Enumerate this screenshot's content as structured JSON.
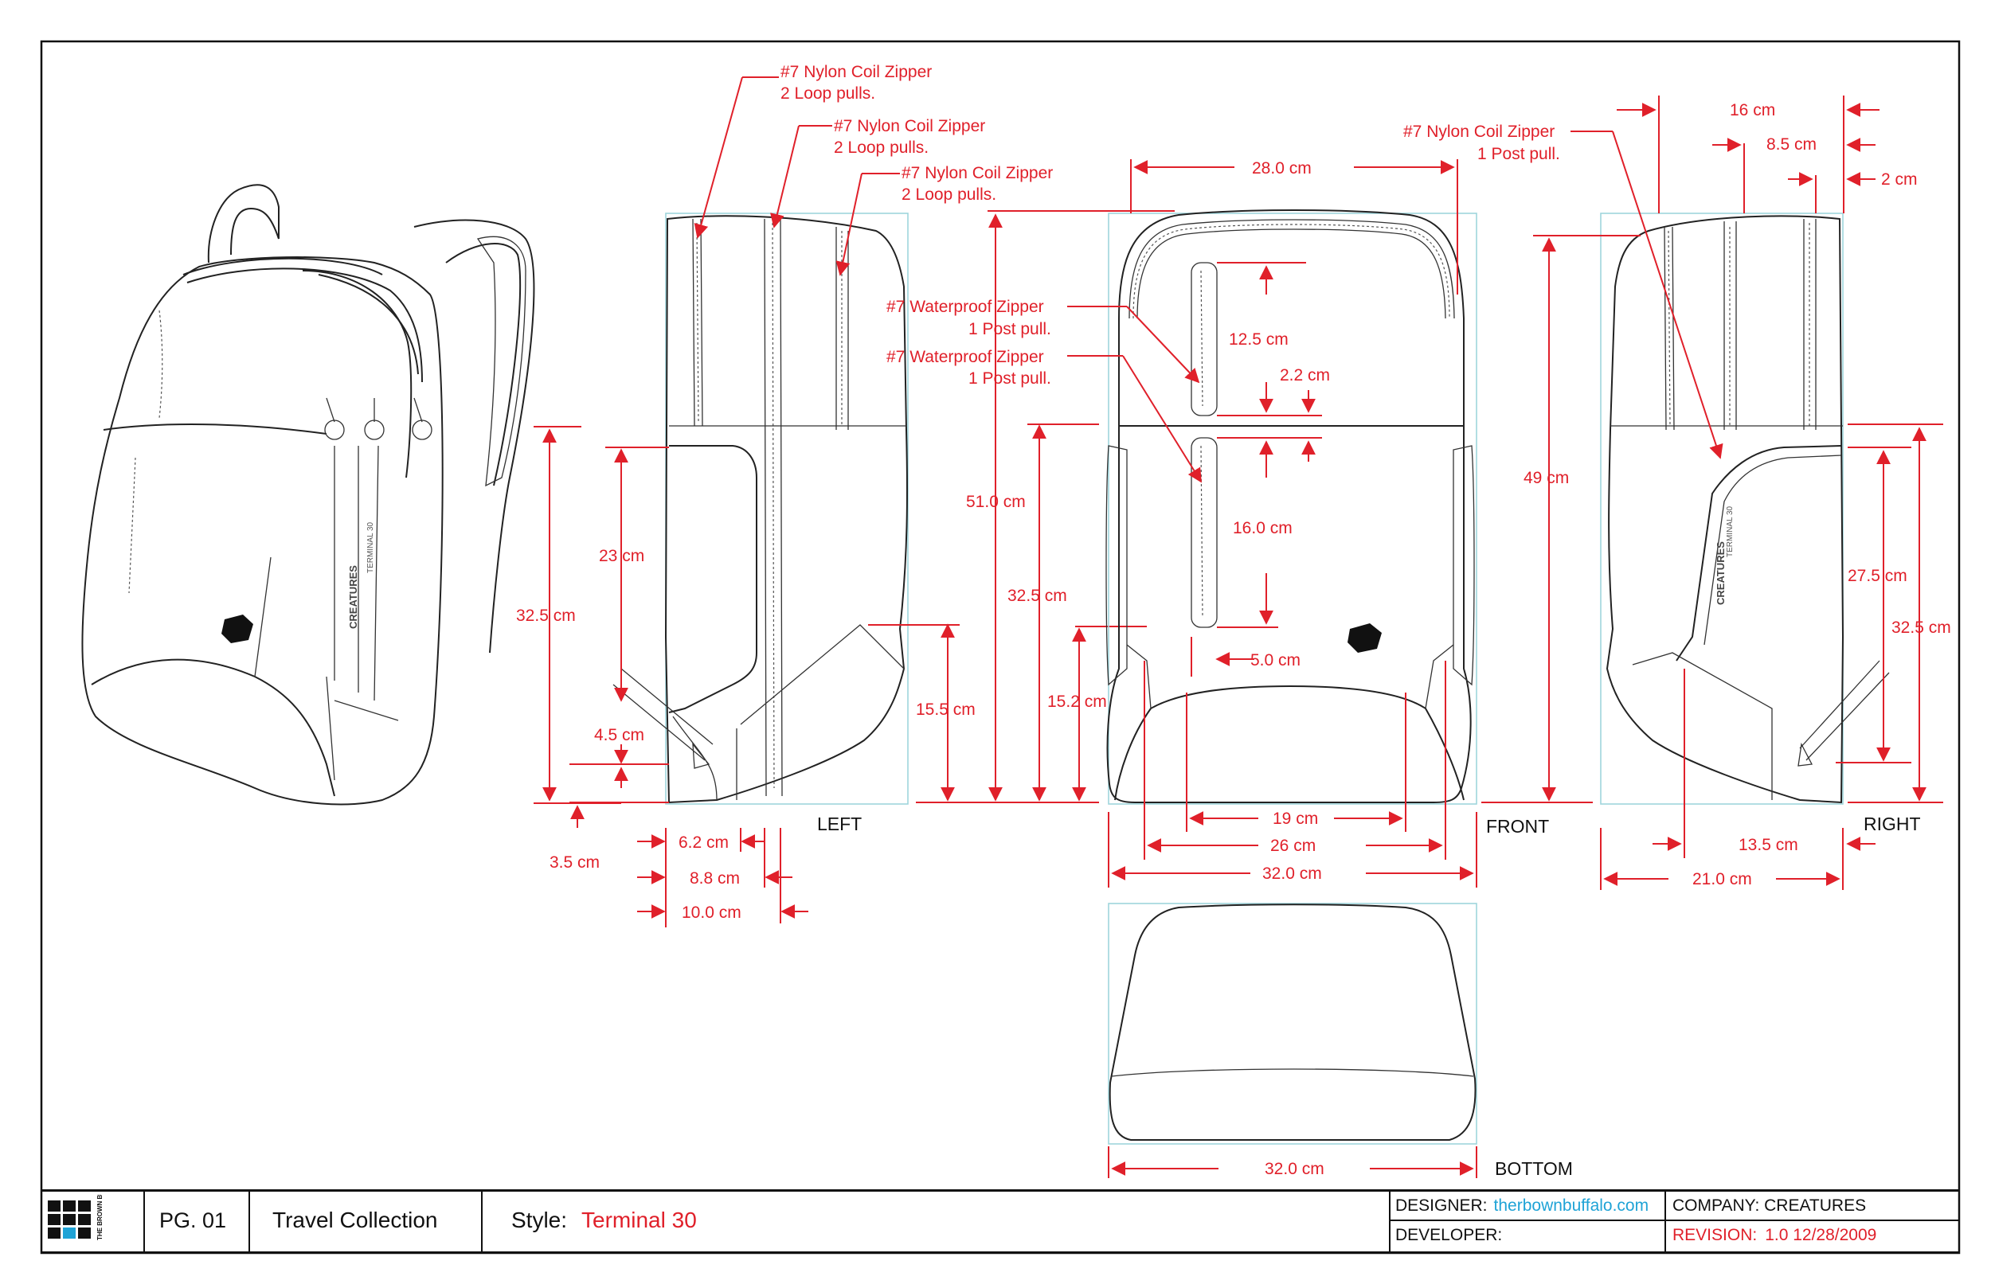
{
  "views": {
    "left": "LEFT",
    "front": "FRONT",
    "right": "RIGHT",
    "bottom": "BOTTOM"
  },
  "callouts": {
    "left_zip_1": [
      "#7 Nylon Coil Zipper",
      "2 Loop pulls."
    ],
    "left_zip_2": [
      "#7 Nylon Coil Zipper",
      "2 Loop pulls."
    ],
    "left_zip_3": [
      "#7 Nylon Coil Zipper",
      "2 Loop pulls."
    ],
    "front_wp_1": [
      "#7 Waterproof Zipper",
      "1 Post pull."
    ],
    "front_wp_2": [
      "#7 Waterproof Zipper",
      "1 Post pull."
    ],
    "right_zip": [
      "#7 Nylon Coil Zipper",
      "1 Post pull."
    ]
  },
  "dimensions": {
    "persp_height": "32.5 cm",
    "left_23": "23 cm",
    "left_45": "4.5 cm",
    "left_35": "3.5 cm",
    "left_62": "6.2 cm",
    "left_88": "8.8 cm",
    "left_100": "10.0 cm",
    "left_155": "15.5 cm",
    "h_510": "51.0 cm",
    "h_325": "32.5 cm",
    "h_152": "15.2 cm",
    "front_280": "28.0 cm",
    "front_125": "12.5 cm",
    "front_22": "2.2 cm",
    "front_160": "16.0 cm",
    "front_50": "5.0 cm",
    "front_19": "19 cm",
    "front_26": "26 cm",
    "front_320": "32.0 cm",
    "right_16": "16 cm",
    "right_85": "8.5 cm",
    "right_2": "2 cm",
    "right_49": "49 cm",
    "right_275": "27.5 cm",
    "right_325": "32.5 cm",
    "right_135": "13.5 cm",
    "right_210": "21.0 cm",
    "bottom_320": "32.0 cm"
  },
  "brand": {
    "logo_text": "THE BROWN BUFFALO",
    "bag_print": "CREATURES",
    "bag_model": "TERMINAL 30"
  },
  "title_block": {
    "page": "PG. 01",
    "collection": "Travel Collection",
    "style_label": "Style:",
    "style_value": "Terminal 30",
    "designer_label": "DESIGNER:",
    "designer_value": "therbownbuffalo.com",
    "developer_label": "DEVELOPER:",
    "company": "COMPANY: CREATURES",
    "revision_label": "REVISION:",
    "revision_value": "1.0  12/28/2009"
  },
  "colors": {
    "dimension": "#e0202a",
    "guide": "#9fd5dc",
    "link": "#1fa3d6",
    "ink": "#222222"
  }
}
